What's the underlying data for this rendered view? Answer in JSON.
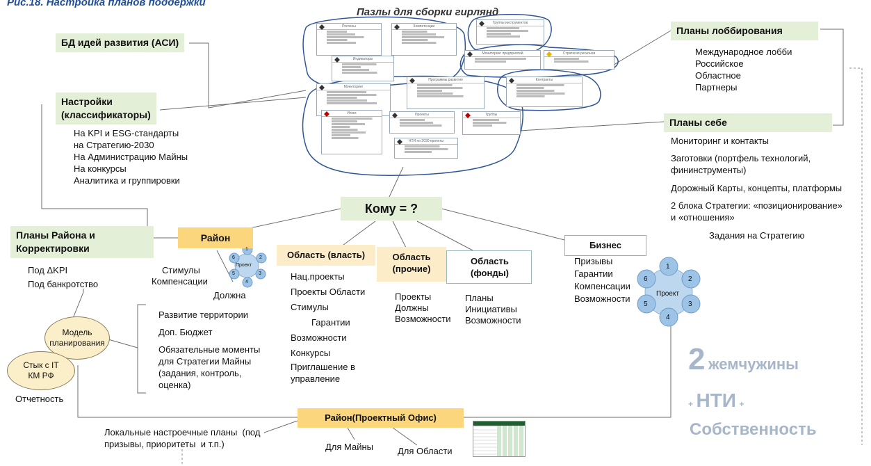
{
  "caption": "Рис.18. Настройка планов поддержки",
  "puzzles": {
    "title": "Пазлы для сборки гирлянд",
    "cards": [
      {
        "header": "Регионы"
      },
      {
        "header": "Компетенции"
      },
      {
        "header": "Группы инструментов"
      },
      {
        "header": "Индикаторы"
      },
      {
        "header": "Мониторинг предприятий"
      },
      {
        "header": "Стратегия регионов"
      },
      {
        "header": "Программы развития"
      },
      {
        "header": "Мониторинг"
      },
      {
        "header": "Контракты"
      },
      {
        "header": "Итоги"
      },
      {
        "header": "Проекты"
      },
      {
        "header": "Группы"
      },
      {
        "header": "НТИ по  2030 проекты"
      }
    ]
  },
  "db_ideas": "БД идей развития (АСИ)",
  "settings": {
    "title": "Настройки\n(классификаторы)",
    "items": [
      "На KPI и ESG-стандарты",
      "на Стратегию-2030",
      "На Администрацию Майны",
      "На конкурсы",
      "Аналитика и группировки"
    ]
  },
  "lobby": {
    "title": "Планы лоббирования",
    "items": [
      "Международное лобби",
      "Российское",
      "Областное",
      "Партнеры"
    ]
  },
  "self_plans": {
    "title": "Планы себе",
    "items": [
      "Мониторинг и контакты",
      "Заготовки (портфель технологий,",
      "фининструменты)",
      "Дорожный Карты, концепты, платформы",
      "2 блока Стратегии: «позиционирование»",
      "и «отношения»",
      "Задания на Стратегию"
    ]
  },
  "whom": "Кому = ?",
  "district_plans": {
    "title": "Планы Района и\nКорректировки",
    "items": [
      "Под ΔKPI",
      "Под банкротство"
    ]
  },
  "rayon": {
    "title": "Район",
    "items": [
      "Стимулы",
      "Компенсации",
      "Должна"
    ]
  },
  "rayon_list": [
    "Развитие территории",
    "Доп. Бюджет",
    "Обязательные моменты",
    "для Стратегии Майны",
    "(задания, контроль,",
    "оценка)"
  ],
  "oblast_vlast": {
    "title": "Область (власть)",
    "items": [
      "Нац.проекты",
      "Проекты Области",
      "Стимулы",
      "Гарантии",
      "Возможности",
      "Конкурсы",
      "Приглашение в",
      "управление"
    ]
  },
  "oblast_prochie": {
    "title": "Область\n(прочие)",
    "items": [
      "Проекты",
      "Должны",
      "Возможности"
    ]
  },
  "oblast_fondy": {
    "title": "Область\n(фонды)",
    "items": [
      "Планы",
      "Инициативы",
      "Возможности"
    ]
  },
  "business": {
    "title": "Бизнес",
    "items": [
      "Призывы",
      "Гарантии",
      "Компенсации",
      "Возможности"
    ]
  },
  "project_small": {
    "center": "Проект",
    "nodes": [
      "1",
      "2",
      "3",
      "4",
      "5",
      "6"
    ]
  },
  "project_big": {
    "center": "Проект",
    "nodes": [
      "1",
      "2",
      "3",
      "4",
      "5",
      "6"
    ]
  },
  "model": "Модель\nпланирования",
  "stuk": "Стык с IT\nКМ РФ",
  "reporting": "Отчетность",
  "project_office": {
    "title": "Район(Проектный Офис)",
    "local": "Локальные настроечные планы  (под\nпризывы, приоритеты  и т.п.)",
    "for_mayna": "Для Майны",
    "for_oblast": "Для Области"
  },
  "pearls": {
    "number": "2",
    "word": "жемчужины",
    "plus": "+",
    "nti": "НТИ",
    "own": "Собственность"
  },
  "colors": {
    "green": "#e3efd7",
    "yellow": "#fbd67d",
    "cream": "#fdecc8",
    "node": "#9dc3e6",
    "node_center": "#bdd7ee",
    "caption": "#1f4e9a",
    "pearl": "#a7b7c9"
  }
}
